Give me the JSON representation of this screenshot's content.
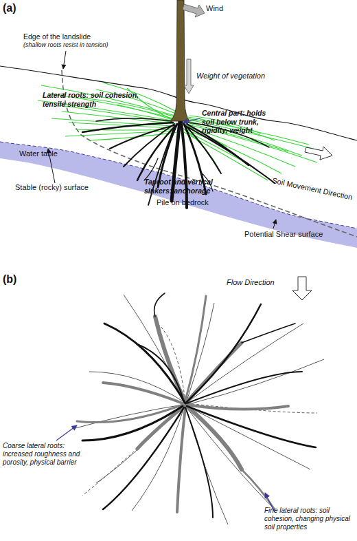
{
  "diagram": {
    "labels": [
      "(a)",
      "Wind",
      "Weight of vegetation",
      "Edge of the landslide",
      "(shallow roots resist in tension)",
      "Lateral roots: soil cohesion, tensile strength",
      "Central part: holds soil below trunk, rigidity, weight",
      "Water table",
      "Taproot and vertical sinkers: anchorage",
      "Soil Movement Direction",
      "Stable (rocky) surface",
      "Pile on bedrock",
      "Potential Shear surface",
      "(b)",
      "Flow Direction",
      "Coarse lateral roots: increased roughness and porosity, physical barrier",
      "Fine lateral roots: soil cohesion, changing physical soil properties"
    ]
  }
}
